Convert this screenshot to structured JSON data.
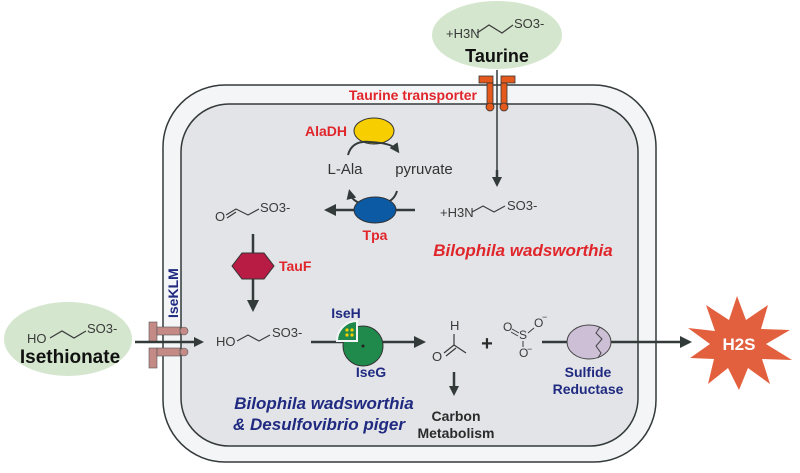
{
  "figure": {
    "external_molecules": {
      "taurine": {
        "formula_left": "+H3N",
        "formula_right": "SO3-",
        "name": "Taurine"
      },
      "isethionate": {
        "formula_left": "HO",
        "formula_right": "SO3-",
        "name": "Isethionate"
      }
    },
    "transporters": {
      "taurine": "Taurine transporter",
      "isethionate": "IseKLM"
    },
    "enzymes": {
      "aladh": "AlaDH",
      "tpa": "Tpa",
      "tauf": "TauF",
      "iseh": "IseH",
      "iseg": "IseG",
      "sulfide_reductase_line1": "Sulfide",
      "sulfide_reductase_line2": "Reductase"
    },
    "metabolites": {
      "l_ala": "L-Ala",
      "pyruvate": "pyruvate",
      "taurine_internal_left": "+H3N",
      "taurine_internal_right": "SO3-",
      "sulfoacetaldehyde_left": "O",
      "sulfoacetaldehyde_right": "SO3-",
      "isethionate_internal_left": "HO",
      "isethionate_internal_right": "SO3-",
      "acetaldehyde_h": "H",
      "acetaldehyde_o": "O",
      "plus": "+",
      "sulfite_s": "S",
      "product_line1": "Carbon",
      "product_line2": "Metabolism",
      "h2s": "H2S"
    },
    "organisms": {
      "upper": "Bilophila wadsworthia",
      "lower_line1": "Bilophila wadsworthia",
      "lower_line2": "& Desulfovibrio piger"
    },
    "colors": {
      "enzyme_label_red": "#e0262b",
      "organism_navy": "#1f2a80",
      "aladh_yellow": "#f7cf00",
      "tpa_blue": "#0b5aa3",
      "tauf_crimson": "#b81c45",
      "iseg_green": "#1f8a4c",
      "reductase_lilac": "#cdbfd6",
      "h2s_orange": "#e3603f",
      "molecule_bubble": "#d4e6cd",
      "transporter_orange": "#e55a1c",
      "isetransporter_pink": "#c48b86",
      "cell_interior": "#e3e4e8",
      "cell_wall": "#f4f5f7"
    }
  }
}
